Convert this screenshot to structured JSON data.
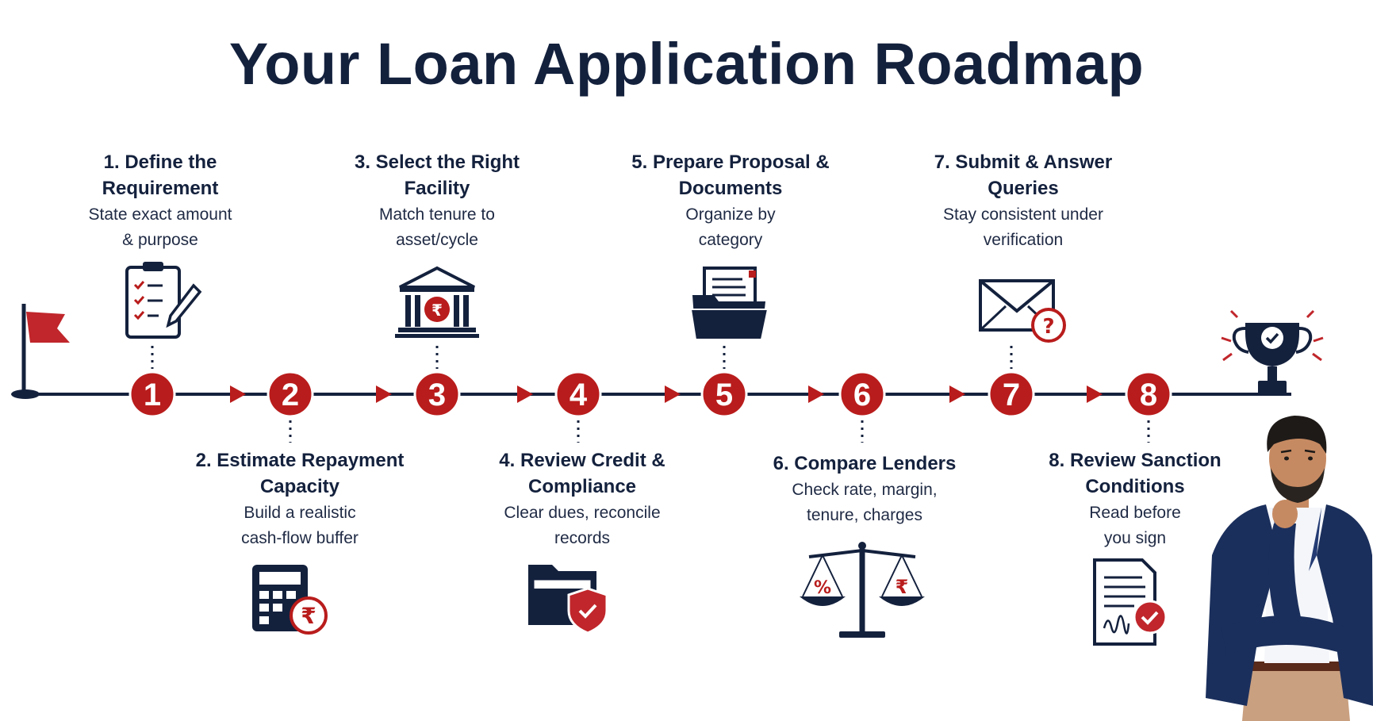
{
  "title": "Your Loan Application Roadmap",
  "colors": {
    "navy": "#14213d",
    "red": "#b91c1c",
    "white": "#ffffff"
  },
  "icons": {
    "start": "flag-icon",
    "finish": "trophy-icon",
    "step1": "clipboard-checklist-icon",
    "step2": "calculator-rupee-icon",
    "step3": "bank-rupee-icon",
    "step4": "folder-shield-icon",
    "step5": "folder-document-icon",
    "step6": "balance-scale-icon",
    "step7": "envelope-question-icon",
    "step8": "signed-document-icon"
  },
  "rupee_symbol": "₹",
  "percent_symbol": "%",
  "question_symbol": "?",
  "steps": [
    {
      "number": "1",
      "title_line1": "1. Define the",
      "title_line2": "Requirement",
      "desc_line1": "State exact amount",
      "desc_line2": "& purpose"
    },
    {
      "number": "2",
      "title_line1": "2. Estimate Repayment",
      "title_line2": "Capacity",
      "desc_line1": "Build a realistic",
      "desc_line2": "cash-flow buffer"
    },
    {
      "number": "3",
      "title_line1": "3. Select the Right",
      "title_line2": "Facility",
      "desc_line1": "Match tenure to",
      "desc_line2": "asset/cycle"
    },
    {
      "number": "4",
      "title_line1": "4. Review Credit &",
      "title_line2": "Compliance",
      "desc_line1": "Clear dues, reconcile",
      "desc_line2": "records"
    },
    {
      "number": "5",
      "title_line1": "5. Prepare Proposal &",
      "title_line2": "Documents",
      "desc_line1": "Organize by",
      "desc_line2": "category"
    },
    {
      "number": "6",
      "title_line1": "6. Compare Lenders",
      "title_line2": "",
      "desc_line1": "Check rate, margin,",
      "desc_line2": "tenure, charges"
    },
    {
      "number": "7",
      "title_line1": "7. Submit & Answer",
      "title_line2": "Queries",
      "desc_line1": "Stay consistent under",
      "desc_line2": "verification"
    },
    {
      "number": "8",
      "title_line1": "8. Review Sanction",
      "title_line2": "Conditions",
      "desc_line1": "Read before",
      "desc_line2": "you sign"
    }
  ]
}
